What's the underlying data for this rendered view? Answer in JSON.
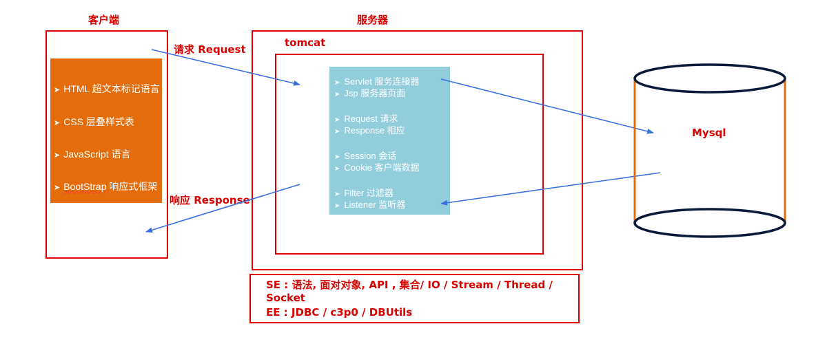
{
  "client": {
    "title": "客户端",
    "items": [
      {
        "text": "HTML 超文本标记语言"
      },
      {
        "text": "CSS 层叠样式表"
      },
      {
        "text": "JavaScript 语言"
      },
      {
        "text_a": "BootStrap",
        "text_b": " 响应式框架"
      }
    ]
  },
  "server": {
    "title": "服务器",
    "container": "tomcat",
    "items": [
      "Servlet 服务连接器",
      "Jsp 服务器页面",
      "Request 请求",
      "Response 相应",
      "Session 会话",
      "Cookie 客户端数据",
      "Filter 过滤器",
      "Listener 监听器"
    ]
  },
  "arrows": {
    "request": "请求 Request",
    "response": "响应 Response"
  },
  "database": {
    "label": "Mysql"
  },
  "tech": {
    "line1": "SE : 语法, 面对对象, API , 集合/ IO / Stream / Thread /",
    "line2": "Socket",
    "line3": "EE : JDBC  / c3p0 / DBUtils"
  },
  "colors": {
    "red": "#e00000",
    "orange": "#e46c0a",
    "light_blue": "#92cddc",
    "arrow_blue": "#3a6fe0",
    "cylinder_side": "#e46c0a"
  }
}
